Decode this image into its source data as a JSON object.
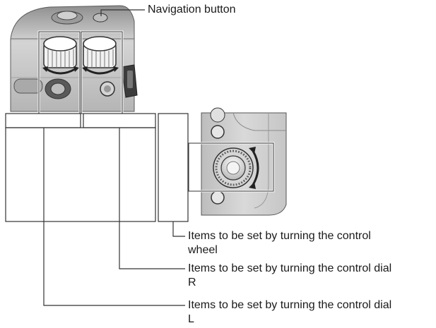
{
  "callouts": {
    "navigation_button": "Navigation button",
    "control_wheel": "Items to be set by turning the control\nwheel",
    "control_dial_r": "Items to be set by turning the control dial\nR",
    "control_dial_l": "Items to be set by turning the control dial\nL"
  },
  "icons": {
    "dial_arrow": "curved-double-arrow-icon",
    "wheel_arrow": "curved-double-arrow-icon"
  },
  "colors": {
    "line": "#3a3a3a",
    "camera_body": "#c9c9c9",
    "camera_dark": "#3c3c3c",
    "dial_face": "#f0f0f0"
  }
}
